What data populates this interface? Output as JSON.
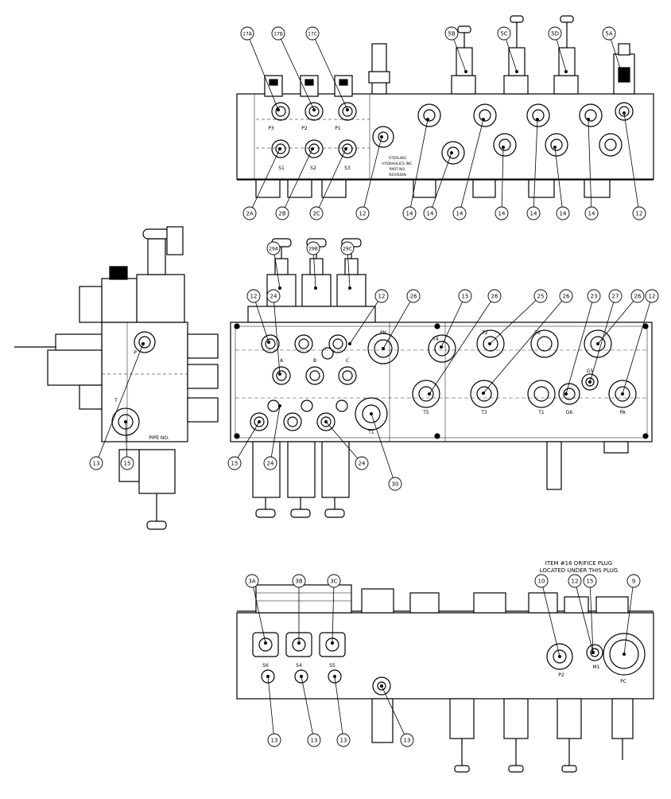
{
  "note": {
    "line1": "ITEM #16 ORIFICE PLUG",
    "line2": "LOCATED UNDER THIS PLUG"
  },
  "callouts": {
    "top": [
      "17A",
      "17B",
      "17C",
      "5B",
      "5C",
      "5D",
      "5A",
      "2A",
      "2B",
      "2C",
      "12",
      "14",
      "14",
      "14",
      "14",
      "14",
      "14",
      "14",
      "12"
    ],
    "side": [
      "13",
      "15"
    ],
    "middle": [
      "29A",
      "29B",
      "29C",
      "12",
      "24",
      "12",
      "26",
      "15",
      "26",
      "25",
      "26",
      "23",
      "27",
      "26",
      "12",
      "15",
      "24",
      "24",
      "30"
    ],
    "bottom": [
      "3A",
      "3B",
      "3C",
      "10",
      "12",
      "15",
      "9",
      "13",
      "13",
      "13",
      "13"
    ]
  },
  "port_labels": {
    "top": [
      "P3",
      "P2",
      "P1",
      "S1",
      "S2",
      "S3"
    ],
    "top_plate": [
      "STERLING",
      "HYDRAULICS INC.",
      "PART NO.",
      "REVISION"
    ],
    "side": [
      "P",
      "T",
      "PIPE NO."
    ],
    "middle": [
      "PN",
      "T4",
      "T2",
      "T6",
      "G5",
      "A",
      "B",
      "C",
      "T5",
      "T3",
      "T1",
      "G6",
      "PA",
      "T1"
    ],
    "bottom": [
      "S6",
      "S4",
      "S5",
      "P2",
      "M1",
      "PC"
    ]
  }
}
